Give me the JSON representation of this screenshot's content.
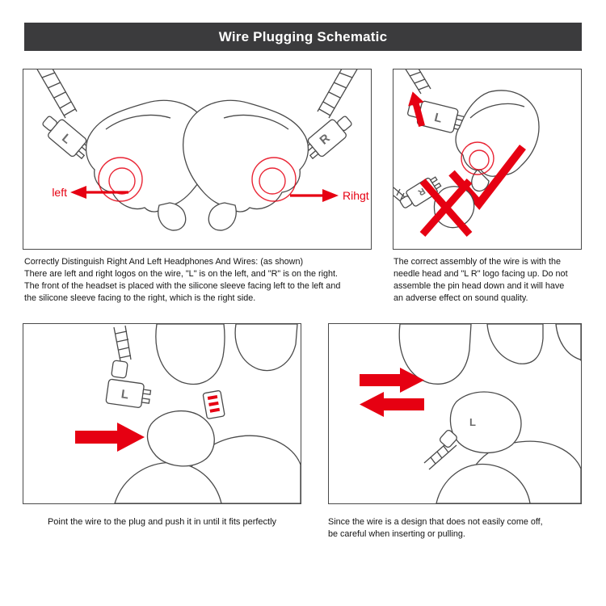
{
  "colors": {
    "accent_red": "#e60012",
    "header_bg": "#3b3b3d",
    "line_art": "#4a4a4a"
  },
  "header": {
    "title": "Wire Plugging Schematic"
  },
  "labels": {
    "left_logo": "L",
    "right_logo": "R",
    "left_arrow": "left",
    "right_arrow": "Rihgt"
  },
  "captions": {
    "top_left": [
      "Correctly Distinguish Right And Left Headphones And Wires: (as shown)",
      "There are left and right logos on the wire, \"L\" is on the left, and \"R\" is on the right.",
      "The front of the headset is placed with the silicone sleeve facing left to the left and",
      "the silicone sleeve facing to the right, which is the right side."
    ],
    "top_right": [
      "The correct assembly of the wire is with the",
      "needle head and \"L R\" logo facing up. Do not",
      "assemble the pin head down and it will have",
      "an adverse effect on sound quality."
    ],
    "bottom_left": "Point the wire to the plug and push it in until it fits perfectly",
    "bottom_right": [
      "Since the wire is a design that does not easily come off,",
      "be careful when inserting or pulling."
    ]
  }
}
